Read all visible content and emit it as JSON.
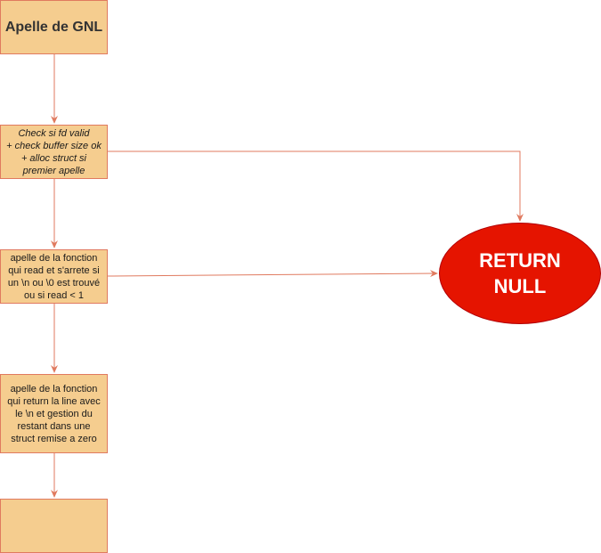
{
  "colors": {
    "box_fill": "#f5cd8f",
    "box_stroke": "#e07a5f",
    "edge": "#e07a5f",
    "terminal_fill": "#e51400",
    "terminal_text": "#ffffff"
  },
  "nodes": {
    "start": {
      "label": "Apelle de GNL"
    },
    "check": {
      "label": "Check si fd valid\n+ check buffer size ok\n+ alloc struct si\npremier apelle"
    },
    "read": {
      "label": "apelle de la fonction\nqui read et s'arrete si\nun \\n ou \\0 est trouvé\nou si read < 1"
    },
    "line": {
      "label": "apelle de la fonction\nqui return la line avec\nle \\n et gestion du\nrestant dans une\nstruct remise a zero"
    },
    "end": {
      "label": ""
    },
    "return_null": {
      "label": "RETURN\nNULL"
    }
  }
}
